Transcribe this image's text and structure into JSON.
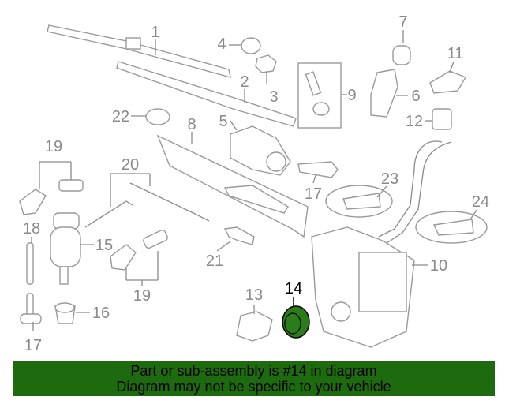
{
  "diagram": {
    "highlighted_part": "14",
    "callouts": {
      "c1": "1",
      "c2": "2",
      "c3": "3",
      "c4": "4",
      "c5": "5",
      "c6": "6",
      "c7": "7",
      "c8": "8",
      "c9": "9",
      "c10": "10",
      "c11": "11",
      "c12": "12",
      "c13": "13",
      "c14": "14",
      "c15": "15",
      "c16": "16",
      "c17a": "17",
      "c17b": "17",
      "c18": "18",
      "c19a": "19",
      "c19b": "19",
      "c20": "20",
      "c21": "21",
      "c22": "22",
      "c23": "23",
      "c24": "24"
    },
    "highlight_color": "#2a7d1a"
  },
  "banner": {
    "line1": "Part or sub-assembly is #14 in diagram",
    "line2": "Diagram may not be specific to your vehicle",
    "color": "#1e6a0e"
  }
}
